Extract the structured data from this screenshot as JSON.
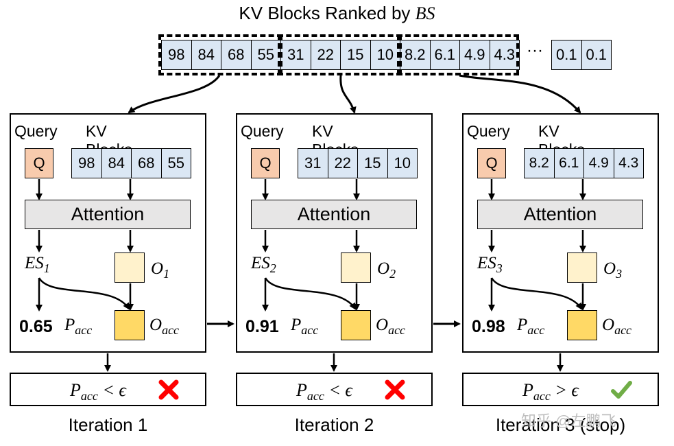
{
  "title_text": "KV Blocks Ranked by",
  "title_var": "BS",
  "ranked_blocks": [
    "98",
    "84",
    "68",
    "55",
    "31",
    "22",
    "15",
    "10",
    "8.2",
    "6.1",
    "4.9",
    "4.3"
  ],
  "ranked_ellipsis": "···",
  "ranked_tail": [
    "0.1",
    "0.1"
  ],
  "labels": {
    "query": "Query",
    "kv_blocks": "KV Blocks",
    "q": "Q",
    "attention": "Attention"
  },
  "iterations": [
    {
      "blocks": [
        "98",
        "84",
        "68",
        "55"
      ],
      "es_sub": "1",
      "o_sub": "1",
      "p_value": "0.65",
      "cond_op": "<",
      "result": "fail",
      "label": "Iteration 1"
    },
    {
      "blocks": [
        "31",
        "22",
        "15",
        "10"
      ],
      "es_sub": "2",
      "o_sub": "2",
      "p_value": "0.91",
      "cond_op": "<",
      "result": "fail",
      "label": "Iteration 2"
    },
    {
      "blocks": [
        "8.2",
        "6.1",
        "4.9",
        "4.3"
      ],
      "es_sub": "3",
      "o_sub": "3",
      "p_value": "0.98",
      "cond_op": ">",
      "result": "pass",
      "label": "Iteration 3 (stop)"
    }
  ],
  "math": {
    "es": "ES",
    "o": "O",
    "p": "P",
    "acc": "acc",
    "epsilon": "ϵ"
  },
  "icons": {
    "fail": "cross-icon",
    "pass": "check-icon"
  },
  "colors": {
    "block": "#dbe7f4",
    "query": "#f8cbad",
    "attention": "#e7e6e6",
    "o_partial": "#fff2cc",
    "o_acc": "#ffd966",
    "cross": "#ff0000",
    "check": "#70ad47"
  },
  "watermark": "知乎 @左鹏飞"
}
